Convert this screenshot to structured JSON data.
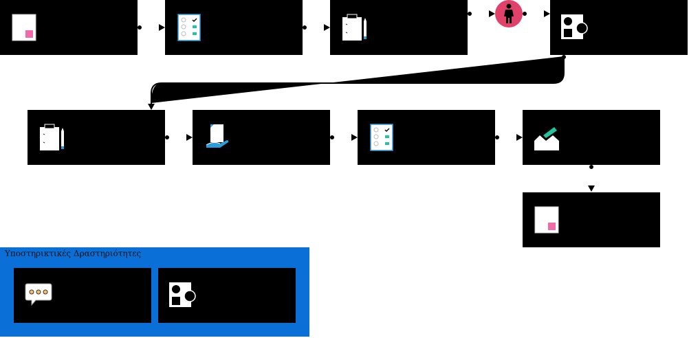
{
  "colors": {
    "node": "#000000",
    "connector": "#000000",
    "start_event": "#e0426a",
    "support_lane": "#0a6fd6",
    "accent_pink": "#f06ba8",
    "accent_teal": "#22c3a0",
    "accent_blue": "#2d9cdb"
  },
  "support_lane": {
    "title": "Υποστηρικτικές Δραστηριότητες"
  },
  "nodes": [
    {
      "id": "n1",
      "icon": "document-icon"
    },
    {
      "id": "n2",
      "icon": "checklist-icon"
    },
    {
      "id": "n3",
      "icon": "clipboard-pencil-icon"
    },
    {
      "id": "n4",
      "icon": "shapes-icon"
    },
    {
      "id": "n5",
      "icon": "clipboard-pencil-icon"
    },
    {
      "id": "n6",
      "icon": "hand-document-icon"
    },
    {
      "id": "n7",
      "icon": "checklist-icon"
    },
    {
      "id": "n8",
      "icon": "ballot-box-icon"
    },
    {
      "id": "n9",
      "icon": "document-icon"
    },
    {
      "id": "s1",
      "icon": "speech-bubble-icon"
    },
    {
      "id": "s2",
      "icon": "shapes-icon"
    }
  ],
  "start_event": {
    "icon": "person-icon"
  }
}
